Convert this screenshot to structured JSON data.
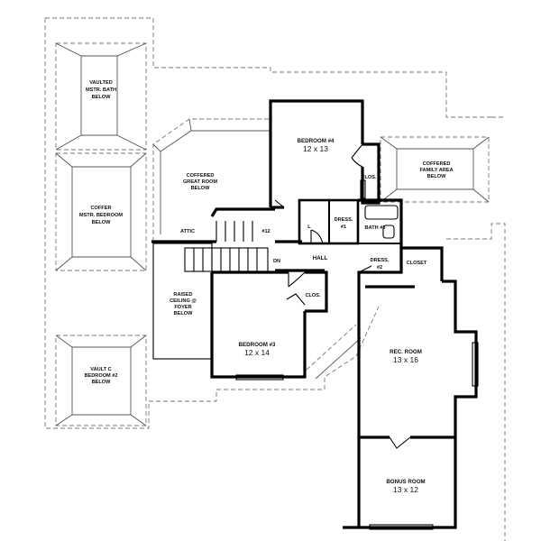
{
  "rooms": {
    "bedroom4": {
      "name": "BEDROOM #4",
      "size": "12 x 13"
    },
    "bedroom3": {
      "name": "BEDROOM #3",
      "size": "12 x 14"
    },
    "rec_room": {
      "name": "REC. ROOM",
      "size": "13 x 16"
    },
    "bonus_room": {
      "name": "BONUS ROOM",
      "size": "13 x 12"
    }
  },
  "labels": {
    "vaulted_bath": [
      "VAULTED",
      "MSTR. BATH",
      "BELOW"
    ],
    "coffer_bedroom": [
      "COFFER",
      "MSTR. BEDROOM",
      "BELOW"
    ],
    "vault_bedroom2": [
      "VAULT C",
      "BEDROOM #2",
      "BELOW"
    ],
    "coffered_great": [
      "COFFERED",
      "GREAT ROOM",
      "BELOW"
    ],
    "coffered_family": [
      "COFFERED",
      "FAMILY AREA",
      "BELOW"
    ],
    "raised_foyer": [
      "RAISED",
      "CEILING @",
      "FOYER",
      "BELOW"
    ],
    "attic": "ATTIC",
    "dn": "DN",
    "hall": "HALL",
    "clos_b4": "CLOS.",
    "clos_b3": "CLOS.",
    "closet": "CLOSET",
    "dress1": [
      "DRESS.",
      "#1"
    ],
    "dress2": [
      "DRESS.",
      "#2"
    ],
    "bath3": "BATH #3",
    "l_mark": "L",
    "stair_note": "#12"
  }
}
